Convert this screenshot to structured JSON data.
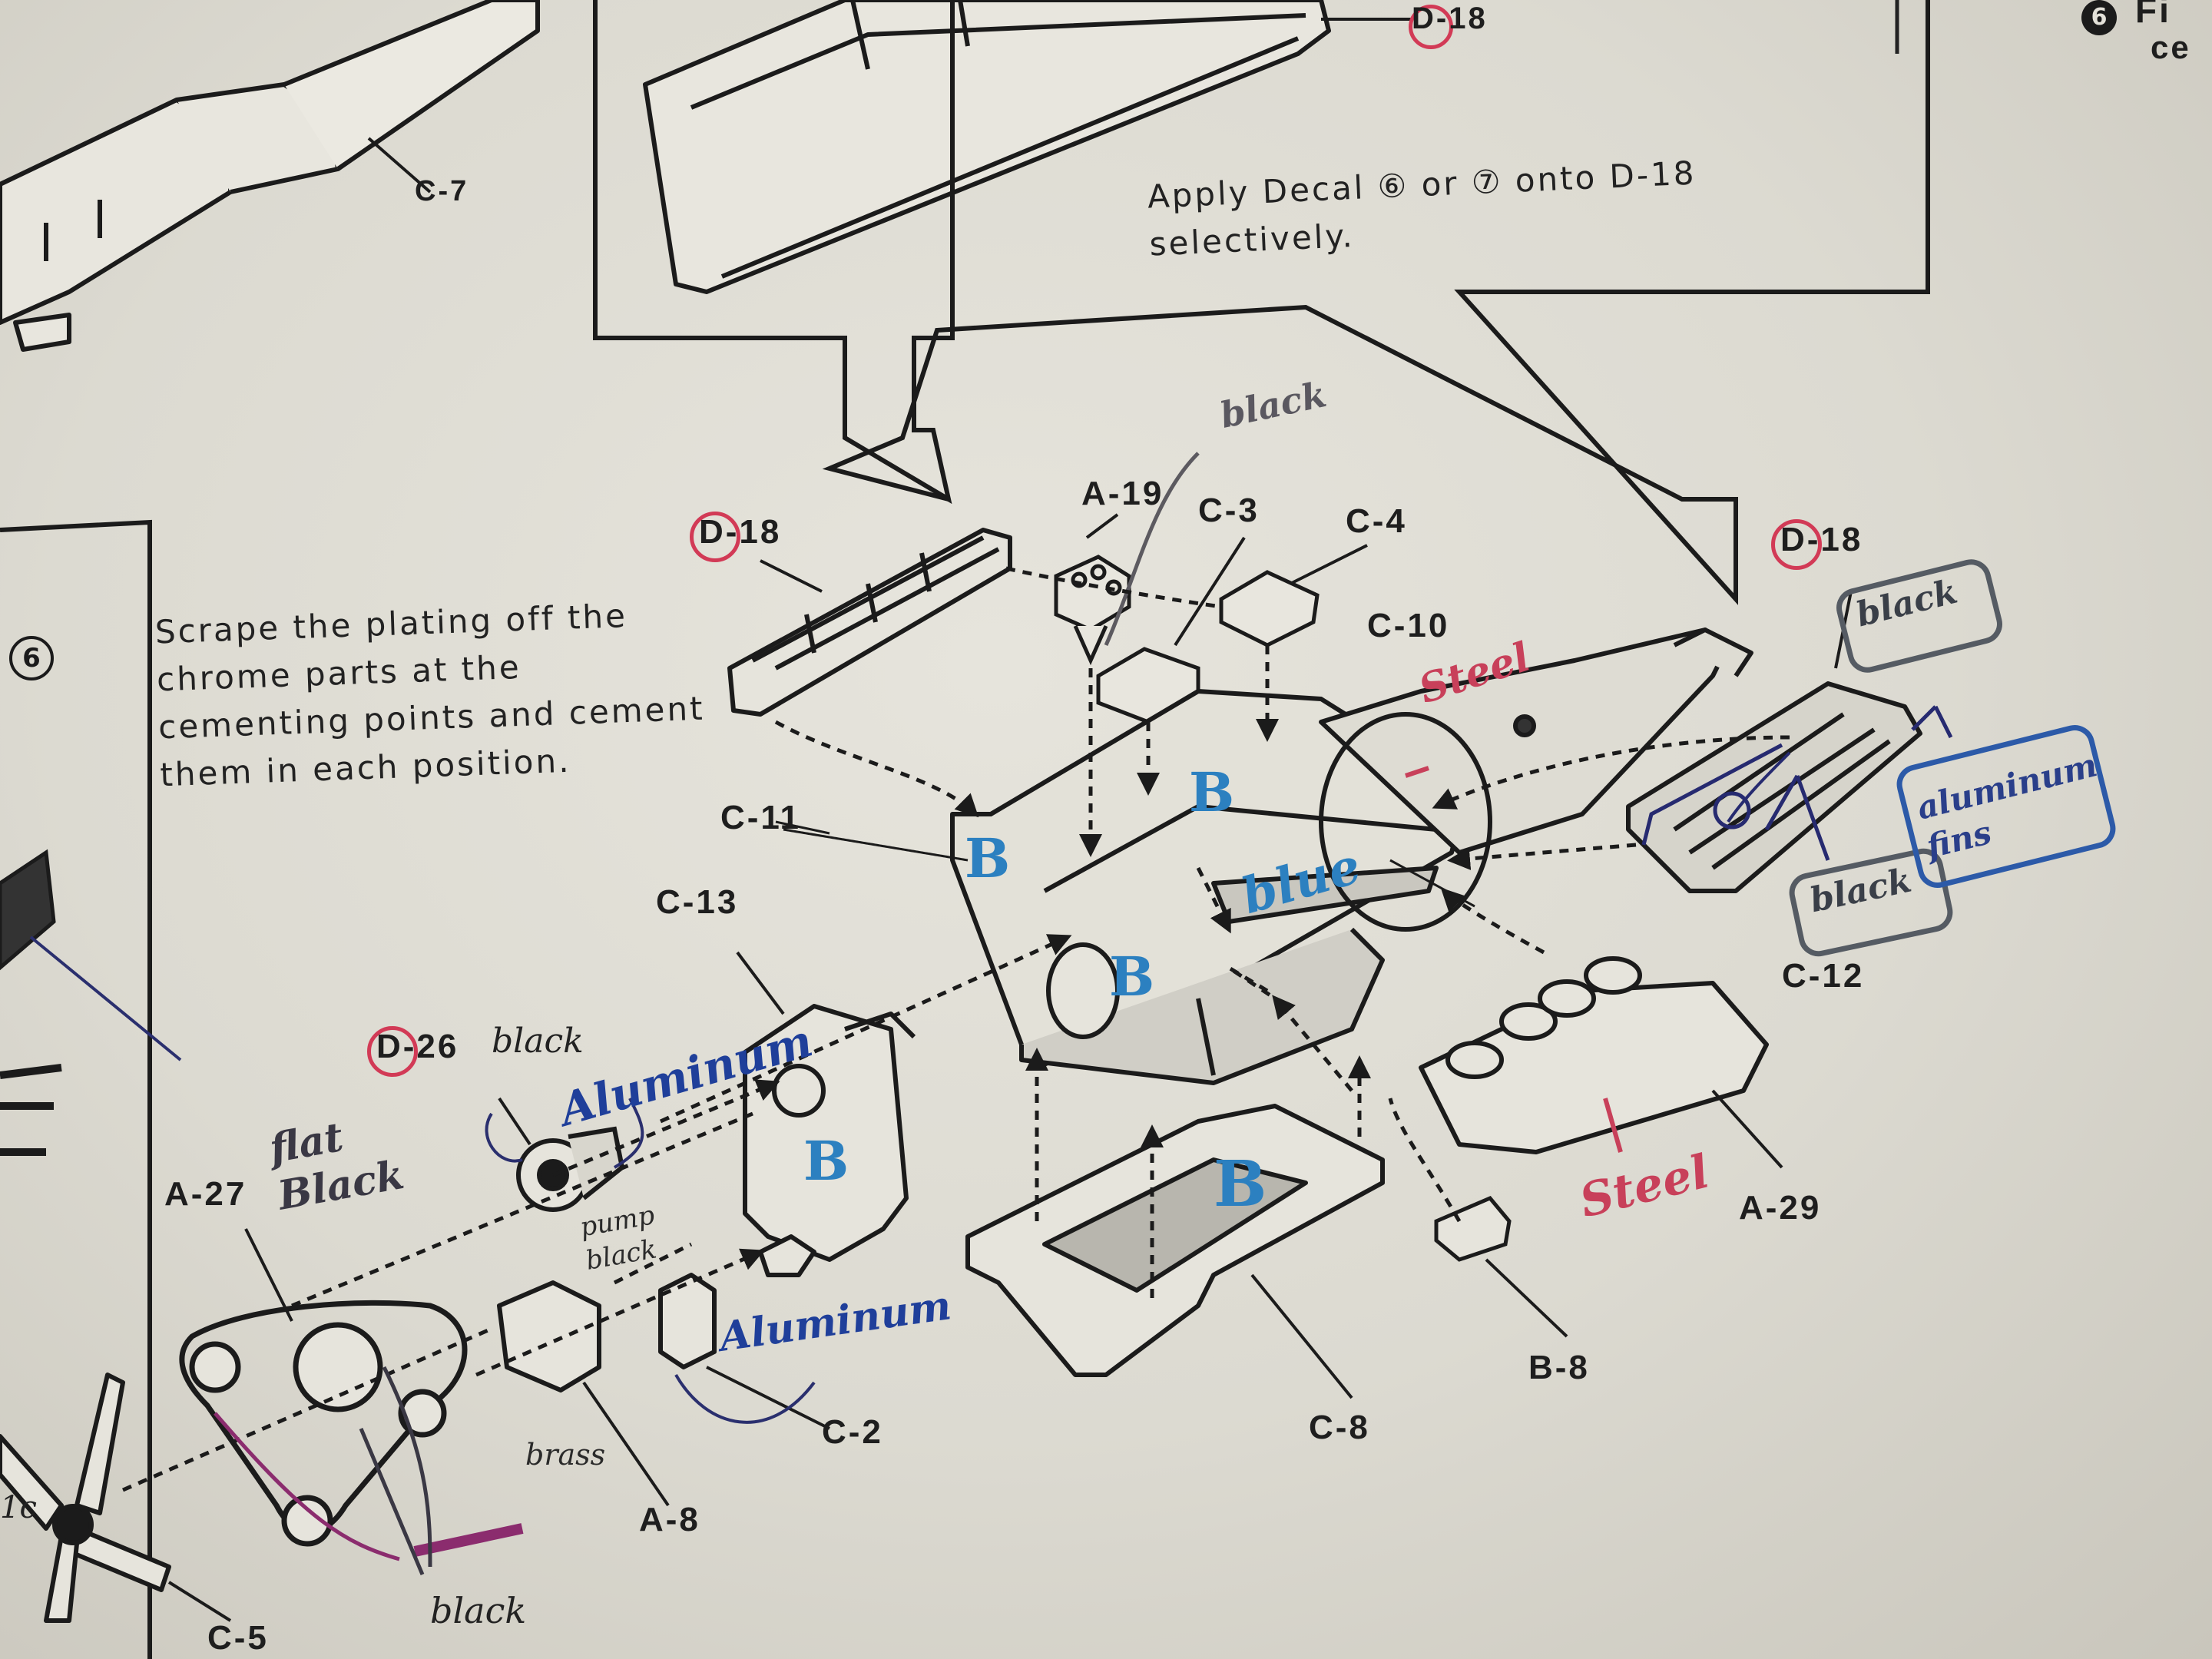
{
  "header": {
    "step_number": "6",
    "step_title_fragment": "Fi",
    "step_text_fragment": "ce"
  },
  "decal_note": {
    "line1": "Apply Decal ⑥ or ⑦ onto D-18",
    "line2": "selectively."
  },
  "side_panel": {
    "step_number": "6"
  },
  "instruction": {
    "line1": "Scrape the plating off the",
    "line2": "chrome parts at the",
    "line3": "cementing points and cement",
    "line4": "them in each position."
  },
  "parts": {
    "c7": "C-7",
    "d18_top": "D-18",
    "d18_left": "D-18",
    "d18_right": "D-18",
    "a19": "A-19",
    "c3": "C-3",
    "c4": "C-4",
    "c10": "C-10",
    "c11": "C-11",
    "c12": "C-12",
    "c13": "C-13",
    "d26": "D-26",
    "a27": "A-27",
    "a29": "A-29",
    "a8": "A-8",
    "c2": "C-2",
    "c8": "C-8",
    "b8": "B-8",
    "c5": "C-5"
  },
  "handwritten": {
    "black_a19": "black",
    "steel_c10": "Steel",
    "black_d18_top": "black",
    "black_d18_bottom": "black",
    "aluminum_fins": "aluminum fins",
    "blue": "blue",
    "b_marks": [
      "B",
      "B",
      "B",
      "B",
      "B"
    ],
    "aluminum_d26": "Aluminum",
    "black_d26": "black",
    "flat_black": "flat Black",
    "pump_black": "pump black",
    "aluminum_c2": "Aluminum",
    "brass": "brass",
    "black_belt": "black",
    "steel_a29": "Steel",
    "fan_fragment": "1c"
  },
  "colors": {
    "ink": "#1b1b1b",
    "paper": "#e3e1d9",
    "red_circle": "#d23a56",
    "blue_marker": "#2c80c0",
    "navy_marker": "#1f3f9a",
    "purple_marker": "#8b2c6e",
    "steel_marker": "#c8405a",
    "gray_marker": "#555b63"
  }
}
